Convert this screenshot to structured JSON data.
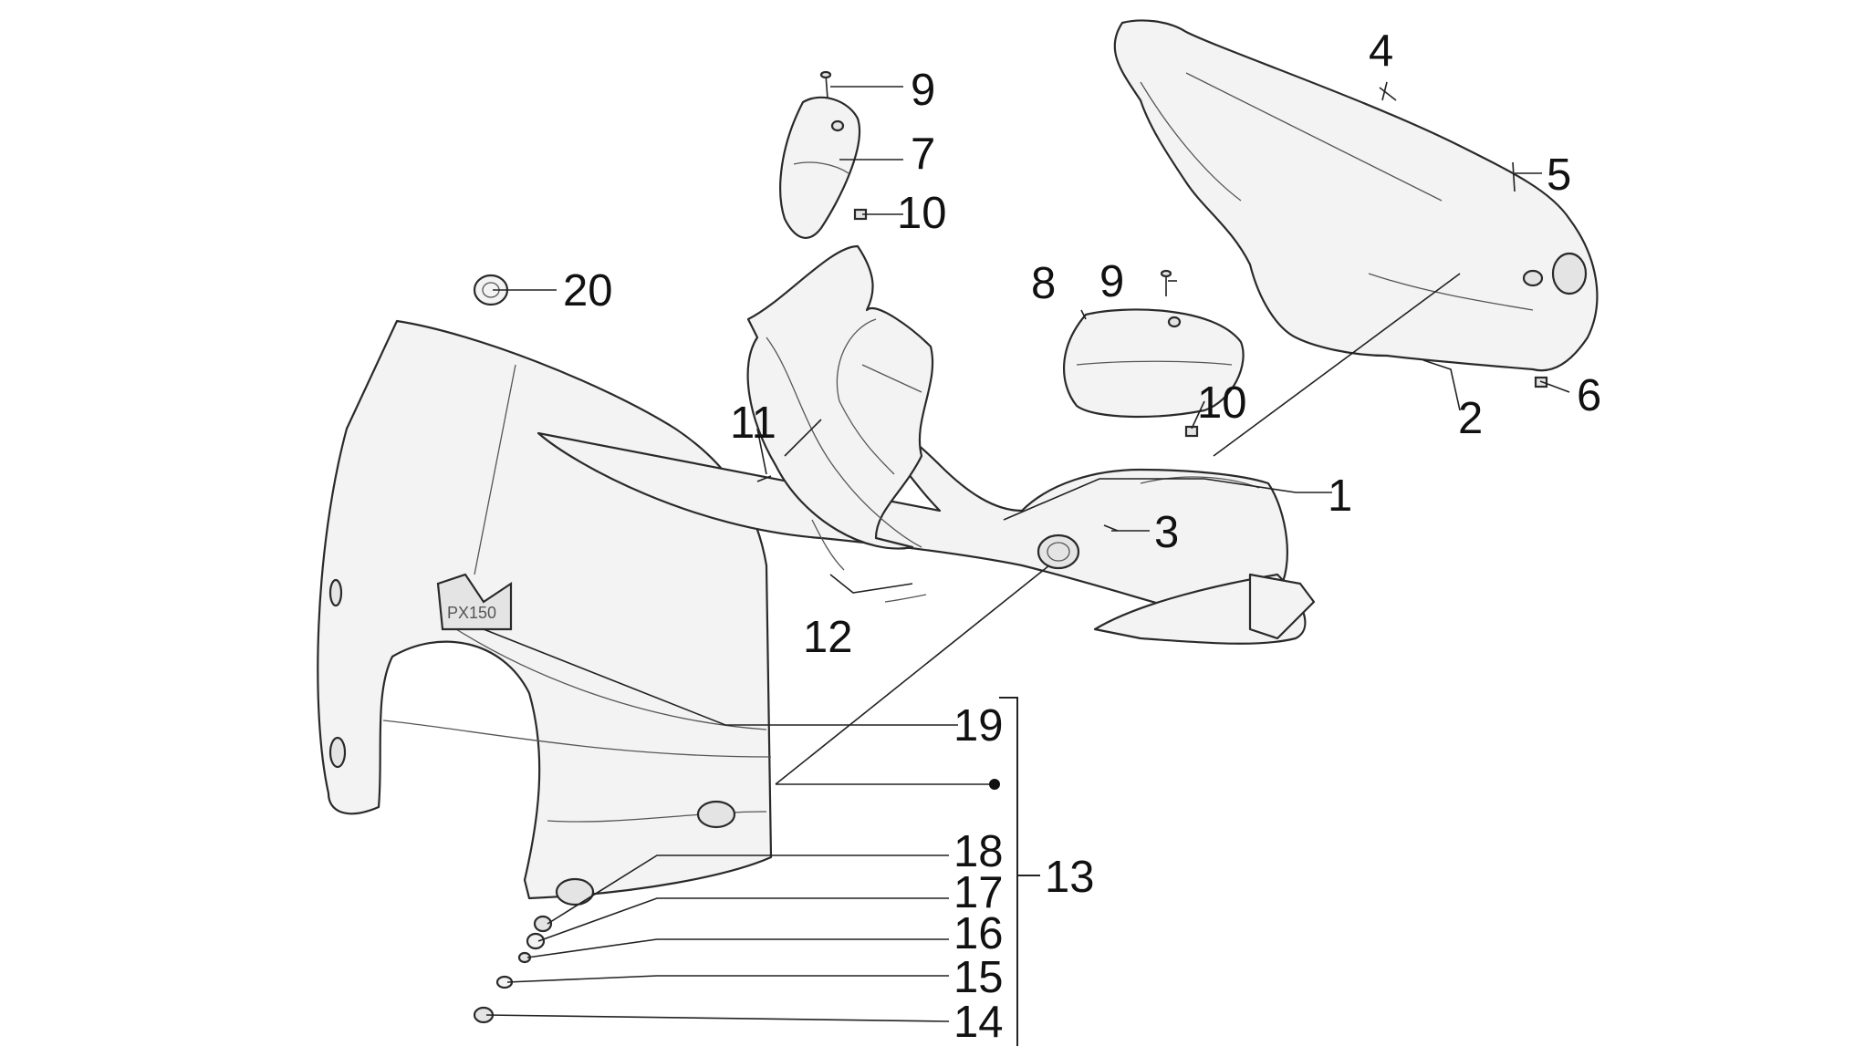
{
  "callouts": [
    {
      "id": "c1",
      "text": "1"
    },
    {
      "id": "c2",
      "text": "2"
    },
    {
      "id": "c3",
      "text": "3"
    },
    {
      "id": "c4",
      "text": "4"
    },
    {
      "id": "c5",
      "text": "5"
    },
    {
      "id": "c6",
      "text": "6"
    },
    {
      "id": "c7",
      "text": "7"
    },
    {
      "id": "c8",
      "text": "8"
    },
    {
      "id": "c9a",
      "text": "9"
    },
    {
      "id": "c9b",
      "text": "9"
    },
    {
      "id": "c10a",
      "text": "10"
    },
    {
      "id": "c10b",
      "text": "10"
    },
    {
      "id": "c11",
      "text": "11"
    },
    {
      "id": "c12",
      "text": "12"
    },
    {
      "id": "c13",
      "text": "13"
    },
    {
      "id": "c14",
      "text": "14"
    },
    {
      "id": "c15",
      "text": "15"
    },
    {
      "id": "c16",
      "text": "16"
    },
    {
      "id": "c17",
      "text": "17"
    },
    {
      "id": "c18",
      "text": "18"
    },
    {
      "id": "c19",
      "text": "19"
    },
    {
      "id": "c20",
      "text": "20"
    }
  ],
  "windscreen_logo": "PX150"
}
